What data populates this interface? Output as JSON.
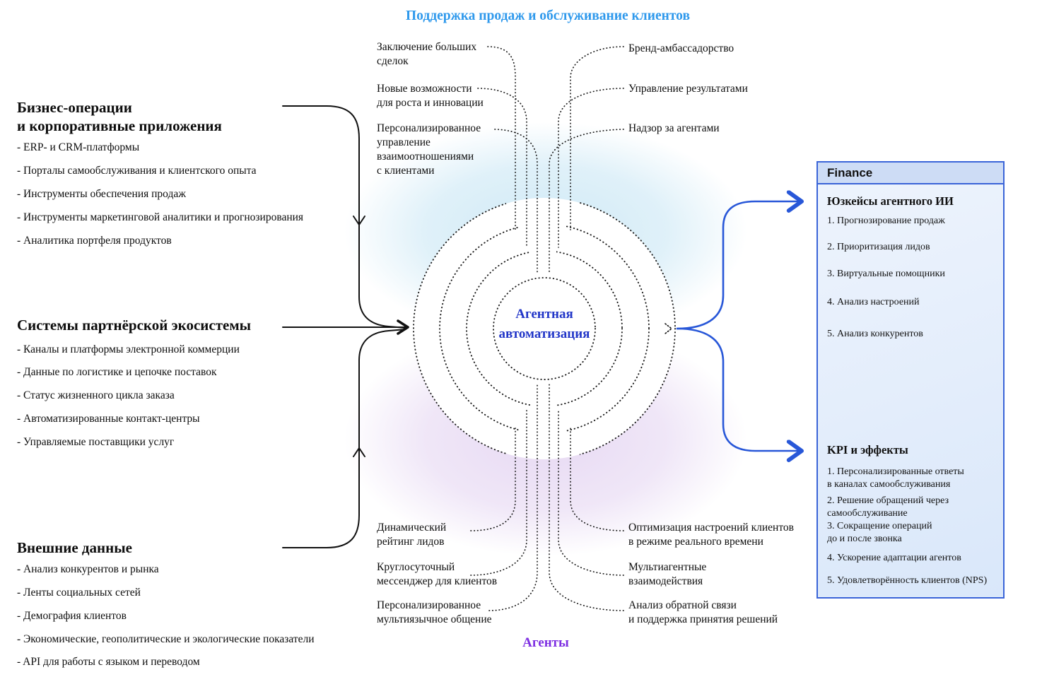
{
  "title": "Поддержка продаж и обслуживание клиентов",
  "center_label": {
    "line1": "Агентная",
    "line2": "автоматизация"
  },
  "agents_label": "Агенты",
  "left_sections": [
    {
      "heading": "Бизнес-операции\nи корпоративные приложения",
      "items": [
        "- ERP- и CRM-платформы",
        "- Порталы самообслуживания и клиентского опыта",
        "- Инструменты обеспечения продаж",
        "- Инструменты маркетинговой аналитики и прогнозирования",
        "- Аналитика портфеля продуктов"
      ]
    },
    {
      "heading": "Системы партнёрской экосистемы",
      "items": [
        "- Каналы и платформы электронной коммерции",
        "- Данные по логистике и цепочке поставок",
        "- Статус жизненного цикла заказа",
        "- Автоматизированные контакт-центры",
        "- Управляемые поставщики услуг"
      ]
    },
    {
      "heading": "Внешние данные",
      "items": [
        "- Анализ конкурентов и рынка",
        "- Ленты социальных сетей",
        "- Демография клиентов",
        "- Экономические, геополитические и экологические показатели",
        "- API для работы с языком и переводом"
      ]
    }
  ],
  "hub_labels": {
    "top_left": [
      "Заключение больших\nсделок",
      "Новые возможности\nдля роста и инновации",
      "Персонализированное\nуправление\nвзаимоотношениями\nс клиентами"
    ],
    "top_right": [
      "Бренд-амбассадорство",
      "Управление результатами",
      "Надзор за агентами"
    ],
    "bottom_left": [
      "Динамический\nрейтинг лидов",
      "Круглосуточный\nмессенджер для клиентов",
      "Персонализированное\nмультиязычное общение"
    ],
    "bottom_right": [
      "Оптимизация настроений клиентов\nв режиме реального времени",
      "Мультиагентные\nвзаимодействия",
      "Анализ обратной связи\nи поддержка принятия решений"
    ]
  },
  "finance_panel": {
    "header": "Finance",
    "usecases_title": "Юзкейсы агентного ИИ",
    "usecases": [
      "1. Прогнозирование продаж",
      "2. Приоритизация лидов",
      "3. Виртуальные помощники",
      "4. Анализ настроений",
      "5. Анализ конкурентов"
    ],
    "kpi_title": "KPI и эффекты",
    "kpis": [
      "1. Персонализированные ответы\nв каналах самообслуживания",
      "2. Решение обращений через\nсамообслуживание",
      "3. Сокращение операций\nдо и после звонка",
      "4. Ускорение адаптации агентов",
      "5. Удовлетворённость клиентов (NPS)"
    ]
  },
  "colors": {
    "title_blue": "#2f99ec",
    "center_blue": "#2236c8",
    "agents_purple": "#7e2fe2",
    "arrow_blue": "#2857d8",
    "panel_border_blue": "#3a64d8",
    "panel_header_bg": "#cddcf5",
    "blob_blue": "#d5ecf7",
    "blob_purple": "#e9dcf4"
  }
}
